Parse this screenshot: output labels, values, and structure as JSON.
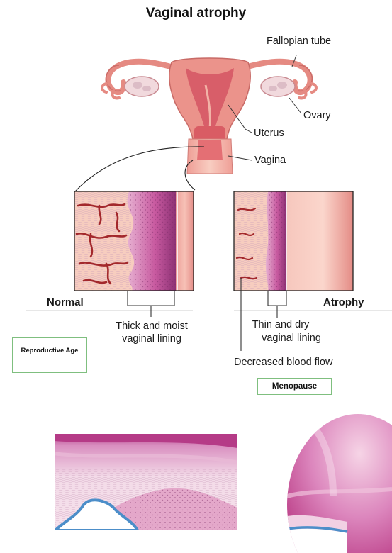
{
  "title": "Vaginal atrophy",
  "labels": {
    "fallopian_tube": "Fallopian tube",
    "ovary": "Ovary",
    "uterus": "Uterus",
    "vagina": "Vagina"
  },
  "panels": {
    "normal": {
      "heading": "Normal",
      "caption_line1": "Thick and moist",
      "caption_line2": "vaginal lining",
      "tag": "Reproductive Age"
    },
    "atrophy": {
      "heading": "Atrophy",
      "caption_line1": "Thin and dry",
      "caption_line2": "vaginal lining",
      "blood_flow": "Decreased blood flow",
      "tag": "Menopause"
    }
  },
  "colors": {
    "tissue_light": "#f6c6b8",
    "tissue_mid": "#e98c86",
    "uterus_dark": "#d9606a",
    "epithelium": "#c2569a",
    "vessel": "#a3282c",
    "tag_border": "#7fbf7f"
  }
}
